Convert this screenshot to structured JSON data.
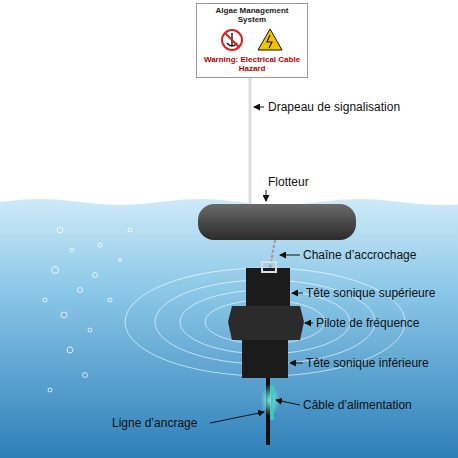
{
  "diagram": {
    "nodes": [
      {
        "text": [
          "Algae Management System",
          "Warning: Electrical Cable Hazard"
        ]
      }
    ],
    "labels": [
      "Drapeau de signalisation",
      "Flotteur",
      "Chaîne d’accrochage",
      "Tête sonique supérieure",
      "Pilote de fréquence",
      "Tête sonique inférieure",
      "Câble d’alimentation",
      "Ligne d’ancrage"
    ]
  }
}
